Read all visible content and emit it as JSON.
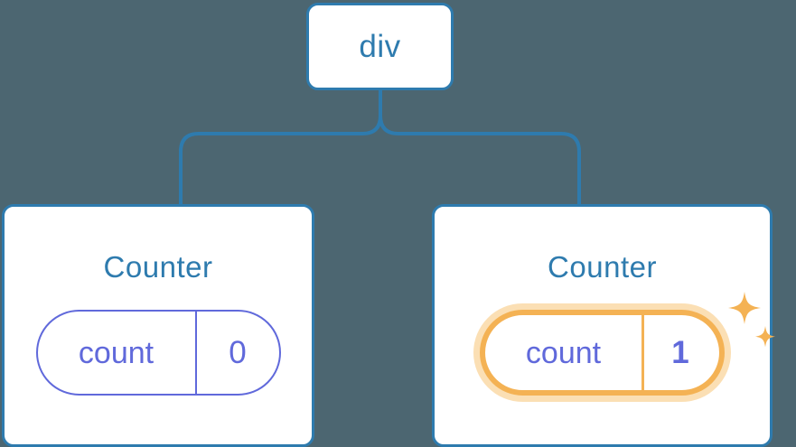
{
  "diagram": {
    "type": "component-tree",
    "background_color": "#4c6671",
    "node_border_color": "#2e7bae",
    "node_text_color": "#2e7bae",
    "state_color": "#6069db",
    "highlight_color": "#f4b254",
    "highlight_glow_color": "#fbdfb4",
    "root": {
      "label": "div"
    },
    "children": [
      {
        "title": "Counter",
        "state": {
          "key": "count",
          "value": "0"
        },
        "highlighted": false,
        "sparkle_icons": []
      },
      {
        "title": "Counter",
        "state": {
          "key": "count",
          "value": "1"
        },
        "highlighted": true,
        "sparkle_icons": [
          "sparkle-large-icon",
          "sparkle-small-icon"
        ]
      }
    ]
  }
}
